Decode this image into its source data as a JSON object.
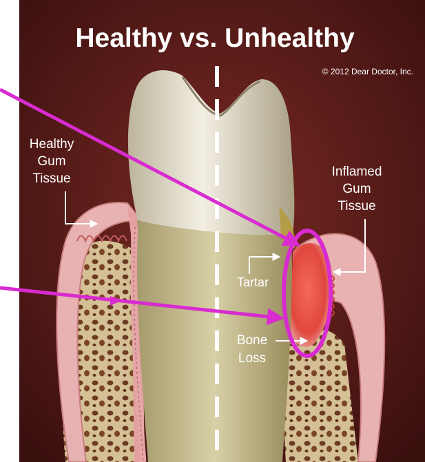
{
  "title": "Healthy vs. Unhealthy",
  "copyright": "© 2012 Dear Doctor, Inc.",
  "labels": {
    "healthy_gum": [
      "Healthy",
      "Gum",
      "Tissue"
    ],
    "inflamed_gum": [
      "Inflamed",
      "Gum",
      "Tissue"
    ],
    "tartar": "Tartar",
    "bone_loss": [
      "Bone",
      "Loss"
    ]
  },
  "colors": {
    "background": "#4a1614",
    "gum": "#e8b2b2",
    "inflamed": "#e0473d",
    "tooth": "#ddd6bc",
    "bone": "#d5c096",
    "annotation": "#d82bd0"
  }
}
